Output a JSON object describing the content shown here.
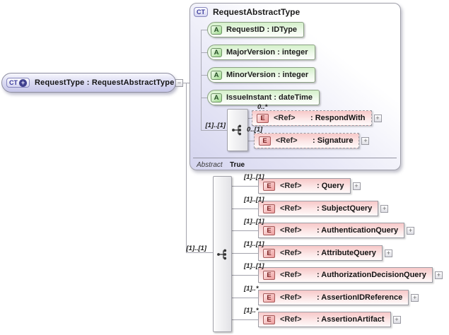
{
  "diagram": {
    "icons": {
      "expand": "+",
      "collapse": "−"
    },
    "root": {
      "badge": "CT",
      "plus_glyph": "+",
      "label": "RequestType : RequestAbstractType"
    },
    "abstract_type": {
      "badge": "CT",
      "title": "RequestAbstractType",
      "attributes": [
        {
          "badge": "A",
          "label": "RequestID : IDType"
        },
        {
          "badge": "A",
          "label": "MajorVersion : integer"
        },
        {
          "badge": "A",
          "label": "MinorVersion : integer"
        },
        {
          "badge": "A",
          "label": "IssueInstant : dateTime"
        }
      ],
      "sequence": {
        "occurrence": "[1]..[1]",
        "children": [
          {
            "occurrence": "0..*",
            "badge": "E",
            "ref": "<Ref>",
            "name": ": RespondWith"
          },
          {
            "occurrence": "0..[1]",
            "badge": "E",
            "ref": "<Ref>",
            "name": ": Signature"
          }
        ]
      },
      "properties": [
        {
          "label": "Abstract",
          "value": "True"
        }
      ]
    },
    "choice": {
      "occurrence": "[1]..[1]",
      "children": [
        {
          "occurrence": "[1]..[1]",
          "badge": "E",
          "ref": "<Ref>",
          "name": ": Query"
        },
        {
          "occurrence": "[1]..[1]",
          "badge": "E",
          "ref": "<Ref>",
          "name": ": SubjectQuery"
        },
        {
          "occurrence": "[1]..[1]",
          "badge": "E",
          "ref": "<Ref>",
          "name": ": AuthenticationQuery"
        },
        {
          "occurrence": "[1]..[1]",
          "badge": "E",
          "ref": "<Ref>",
          "name": ": AttributeQuery"
        },
        {
          "occurrence": "[1]..[1]",
          "badge": "E",
          "ref": "<Ref>",
          "name": ": AuthorizationDecisionQuery"
        },
        {
          "occurrence": "[1]..*",
          "badge": "E",
          "ref": "<Ref>",
          "name": ": AssertionIDReference"
        },
        {
          "occurrence": "[1]..*",
          "badge": "E",
          "ref": "<Ref>",
          "name": ": AssertionArtifact"
        }
      ]
    },
    "colors": {
      "complex_type_fill": "#c7c7e9",
      "panel_fill": "#d5d5ef",
      "attribute_fill": "#d4f0ca",
      "element_fill": "#f7c8c8",
      "connector": "#a3a3ad"
    }
  }
}
